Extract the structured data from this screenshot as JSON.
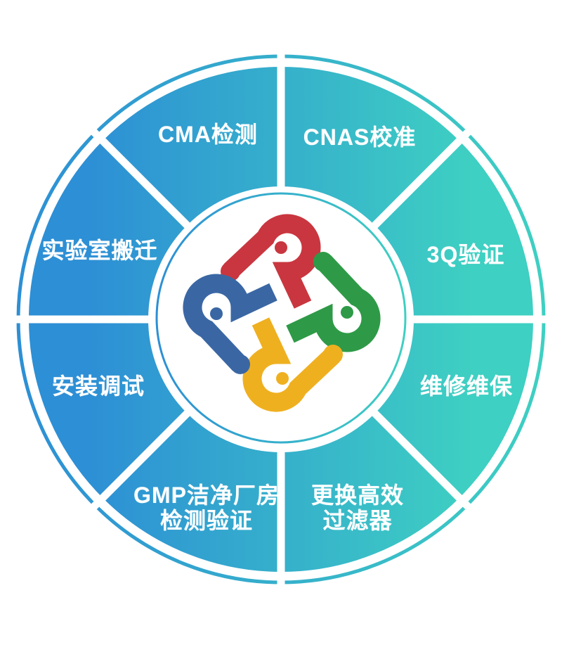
{
  "wheel": {
    "type": "service-wheel-diagram",
    "gradient": {
      "left": "#2D8FD5",
      "right": "#3ED0C2"
    },
    "divider_color": "#FFFFFF",
    "center_color": "#FFFFFF",
    "segments": [
      {
        "id": "cma",
        "position": "top-left",
        "lines": [
          "CMA检测"
        ]
      },
      {
        "id": "cnas",
        "position": "top-right",
        "lines": [
          "CNAS校准"
        ]
      },
      {
        "id": "3q",
        "position": "right-upper",
        "lines": [
          "3Q验证"
        ]
      },
      {
        "id": "weixiu",
        "position": "right-lower",
        "lines": [
          "维修维保"
        ]
      },
      {
        "id": "genghuan",
        "position": "bottom-right",
        "lines": [
          "更换高效",
          "过滤器"
        ]
      },
      {
        "id": "gmp",
        "position": "bottom-left",
        "lines": [
          "GMP洁净厂房",
          "检测验证"
        ]
      },
      {
        "id": "anzhuang",
        "position": "left-lower",
        "lines": [
          "安装调试"
        ]
      },
      {
        "id": "shiyanshi",
        "position": "left-upper",
        "lines": [
          "实验室搬迁"
        ]
      }
    ],
    "logo": {
      "description": "four interlocking P-hook shapes pinwheel",
      "arms": [
        {
          "name": "red-arm-top",
          "color": "#C9363F"
        },
        {
          "name": "green-arm-right",
          "color": "#2E9A47"
        },
        {
          "name": "yellow-arm-bottom",
          "color": "#EFB020"
        },
        {
          "name": "blue-arm-left",
          "color": "#3A67A4"
        }
      ]
    }
  }
}
